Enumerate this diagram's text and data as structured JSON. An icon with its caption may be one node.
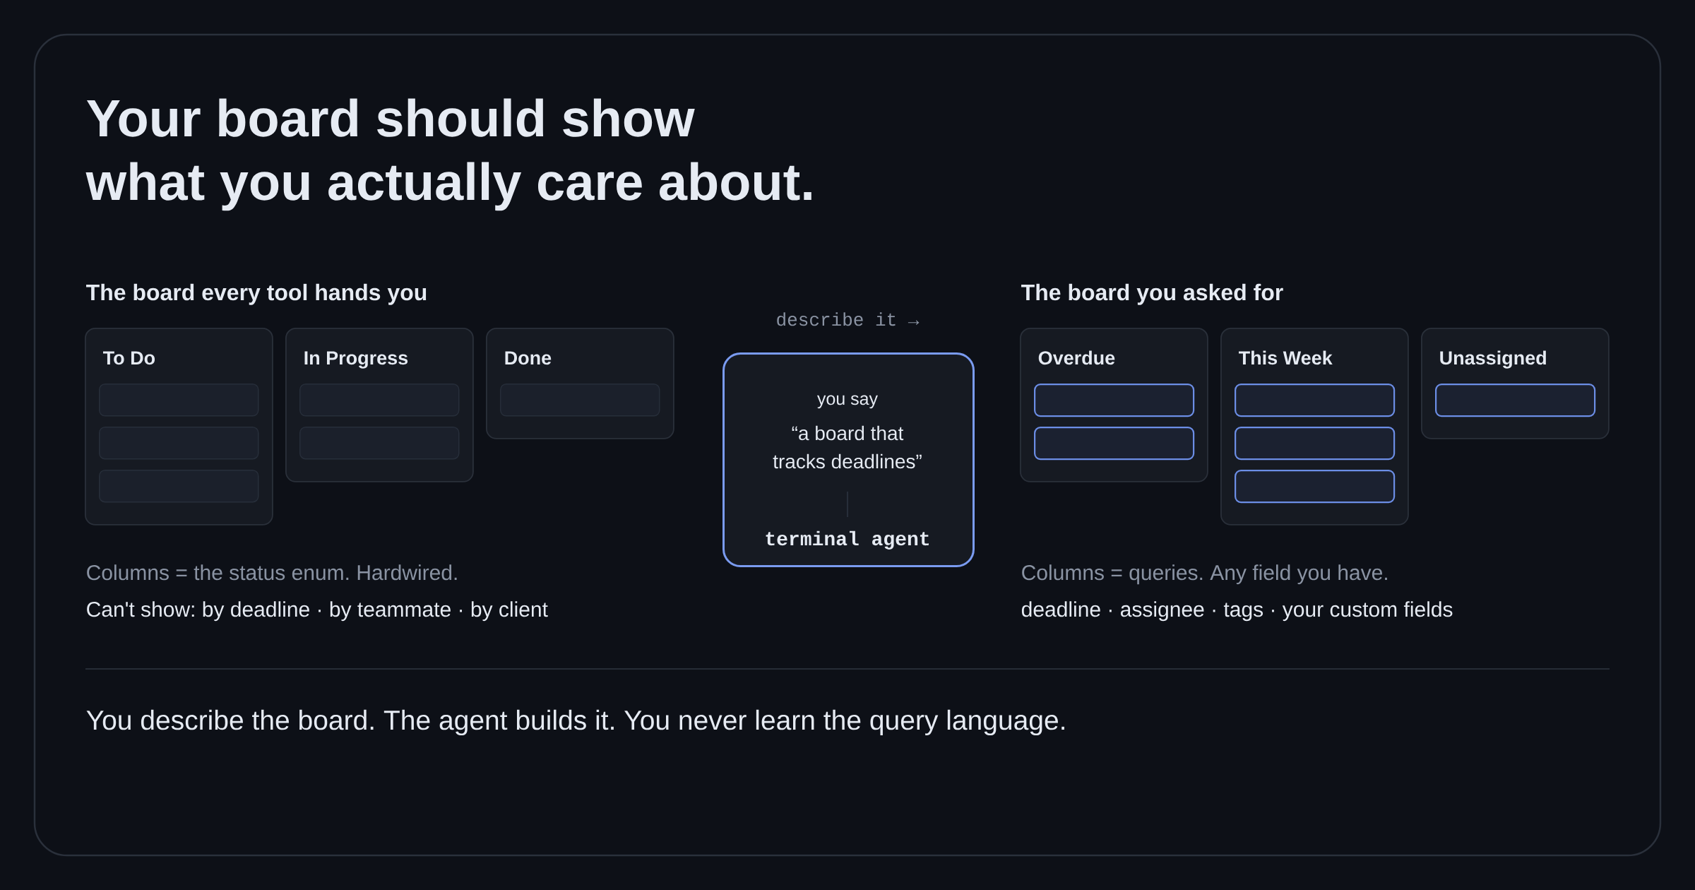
{
  "diagram": {
    "title": "Your board should show what you actually care about.",
    "caption": "You describe the board. The agent builds it. You never learn the query language.",
    "nodes": [
      {
        "text": [
          "To Do"
        ]
      },
      {
        "text": [],
        "shape": "box",
        "in": 0
      },
      {
        "text": [],
        "shape": "box",
        "in": 0
      },
      {
        "text": [],
        "shape": "box",
        "in": 0
      },
      {
        "text": [
          "In Progress"
        ]
      },
      {
        "text": [],
        "shape": "box",
        "in": 4
      },
      {
        "text": [],
        "shape": "box",
        "in": 4
      },
      {
        "text": [
          "Done"
        ]
      },
      {
        "text": [],
        "shape": "box",
        "in": 7
      },
      {
        "text": [
          "you say",
          "“a board that tracks deadlines”",
          "terminal agent"
        ],
        "beside": [
          "describe it →"
        ]
      },
      {
        "text": [
          "Overdue"
        ]
      },
      {
        "text": [],
        "shape": "box",
        "in": 10
      },
      {
        "text": [],
        "shape": "box",
        "in": 10
      },
      {
        "text": [
          "This Week"
        ]
      },
      {
        "text": [],
        "shape": "box",
        "in": 13
      },
      {
        "text": [],
        "shape": "box",
        "in": 13
      },
      {
        "text": [],
        "shape": "box",
        "in": 13
      },
      {
        "text": [
          "Unassigned"
        ]
      },
      {
        "text": [],
        "shape": "box",
        "in": 17
      }
    ],
    "labels": [
      "The board every tool hands you",
      "Columns = the status enum. Hardwired.",
      "Can't show: by deadline · by teammate · by client",
      "The board you asked for",
      "Columns = queries. Any field you have.",
      "deadline · assignee · tags · your custom fields"
    ]
  }
}
